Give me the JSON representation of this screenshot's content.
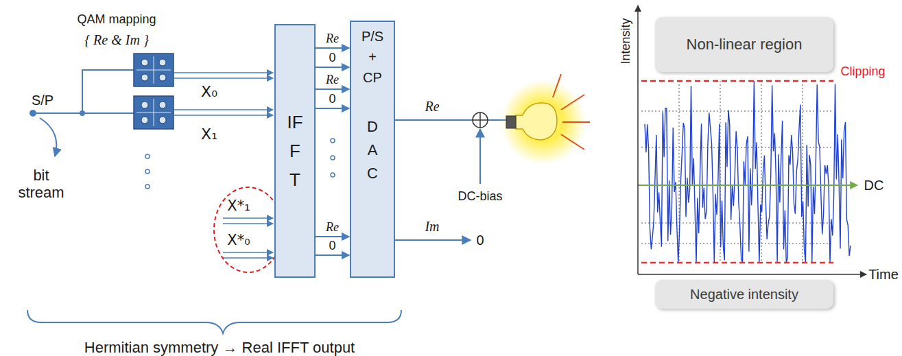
{
  "diagram": {
    "nodes": [
      {
        "text": [
          "IFFT"
        ]
      },
      {
        "text": [
          "P/S + CP",
          "DAC"
        ]
      },
      {
        "text": [
          "Non-linear region"
        ]
      },
      {
        "text": [
          "Negative intensity"
        ]
      }
    ],
    "edges": [
      {
        "from": 0,
        "to": 1,
        "arrow": "to",
        "label": "Re"
      },
      {
        "from": 0,
        "to": 1,
        "arrow": "to",
        "label": "0"
      },
      {
        "from": 0,
        "to": 1,
        "arrow": "to",
        "label": "Re"
      },
      {
        "from": 0,
        "to": 1,
        "arrow": "to",
        "label": "0"
      },
      {
        "from": 0,
        "to": 1,
        "arrow": "to",
        "label": "Re"
      },
      {
        "from": 0,
        "to": 1,
        "arrow": "to",
        "label": "0"
      }
    ],
    "labels": [
      "S/P",
      "bit stream",
      "QAM mapping",
      "{ Re & Im }",
      "X₀",
      "X₁",
      "X*₁",
      "X*₀",
      "Re",
      "Im",
      "0",
      "DC-bias",
      "Intensity",
      "Time",
      "Clipping",
      "DC",
      "Hermitian symmetry → Real IFFT output"
    ]
  }
}
